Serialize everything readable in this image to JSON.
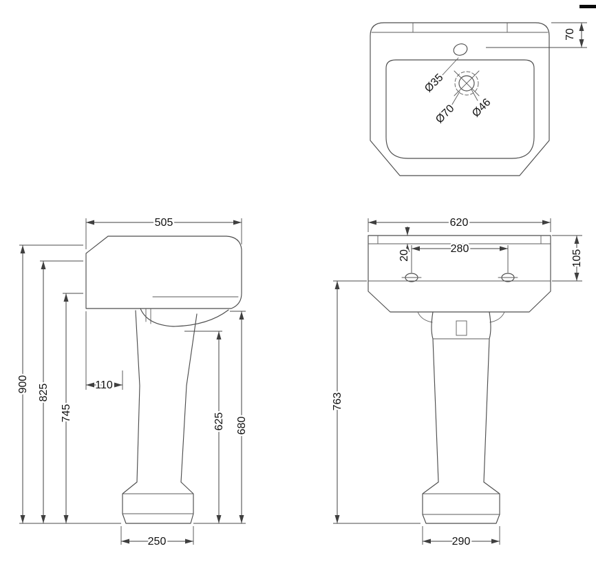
{
  "drawing": {
    "background": "#ffffff",
    "line_color": "#4d4d4d",
    "text_color": "#111111",
    "plan_view": {
      "tap_hole_dia": "Ø35",
      "waste_recess_dia": "Ø70",
      "waste_hole_dia": "Ø46",
      "tap_hole_offset": "70"
    },
    "side_view": {
      "overall_depth": "505",
      "overall_height": "900",
      "rim_height": "825",
      "underside_height": "745",
      "wall_to_pedestal": "110",
      "outlet_height": "625",
      "front_underside_height": "680",
      "pedestal_base_depth": "250"
    },
    "front_view": {
      "overall_width": "620",
      "hole_centres": "280",
      "ledge_drop": "20",
      "rim_depth": "105",
      "pedestal_height": "763",
      "pedestal_base_width": "290"
    }
  }
}
